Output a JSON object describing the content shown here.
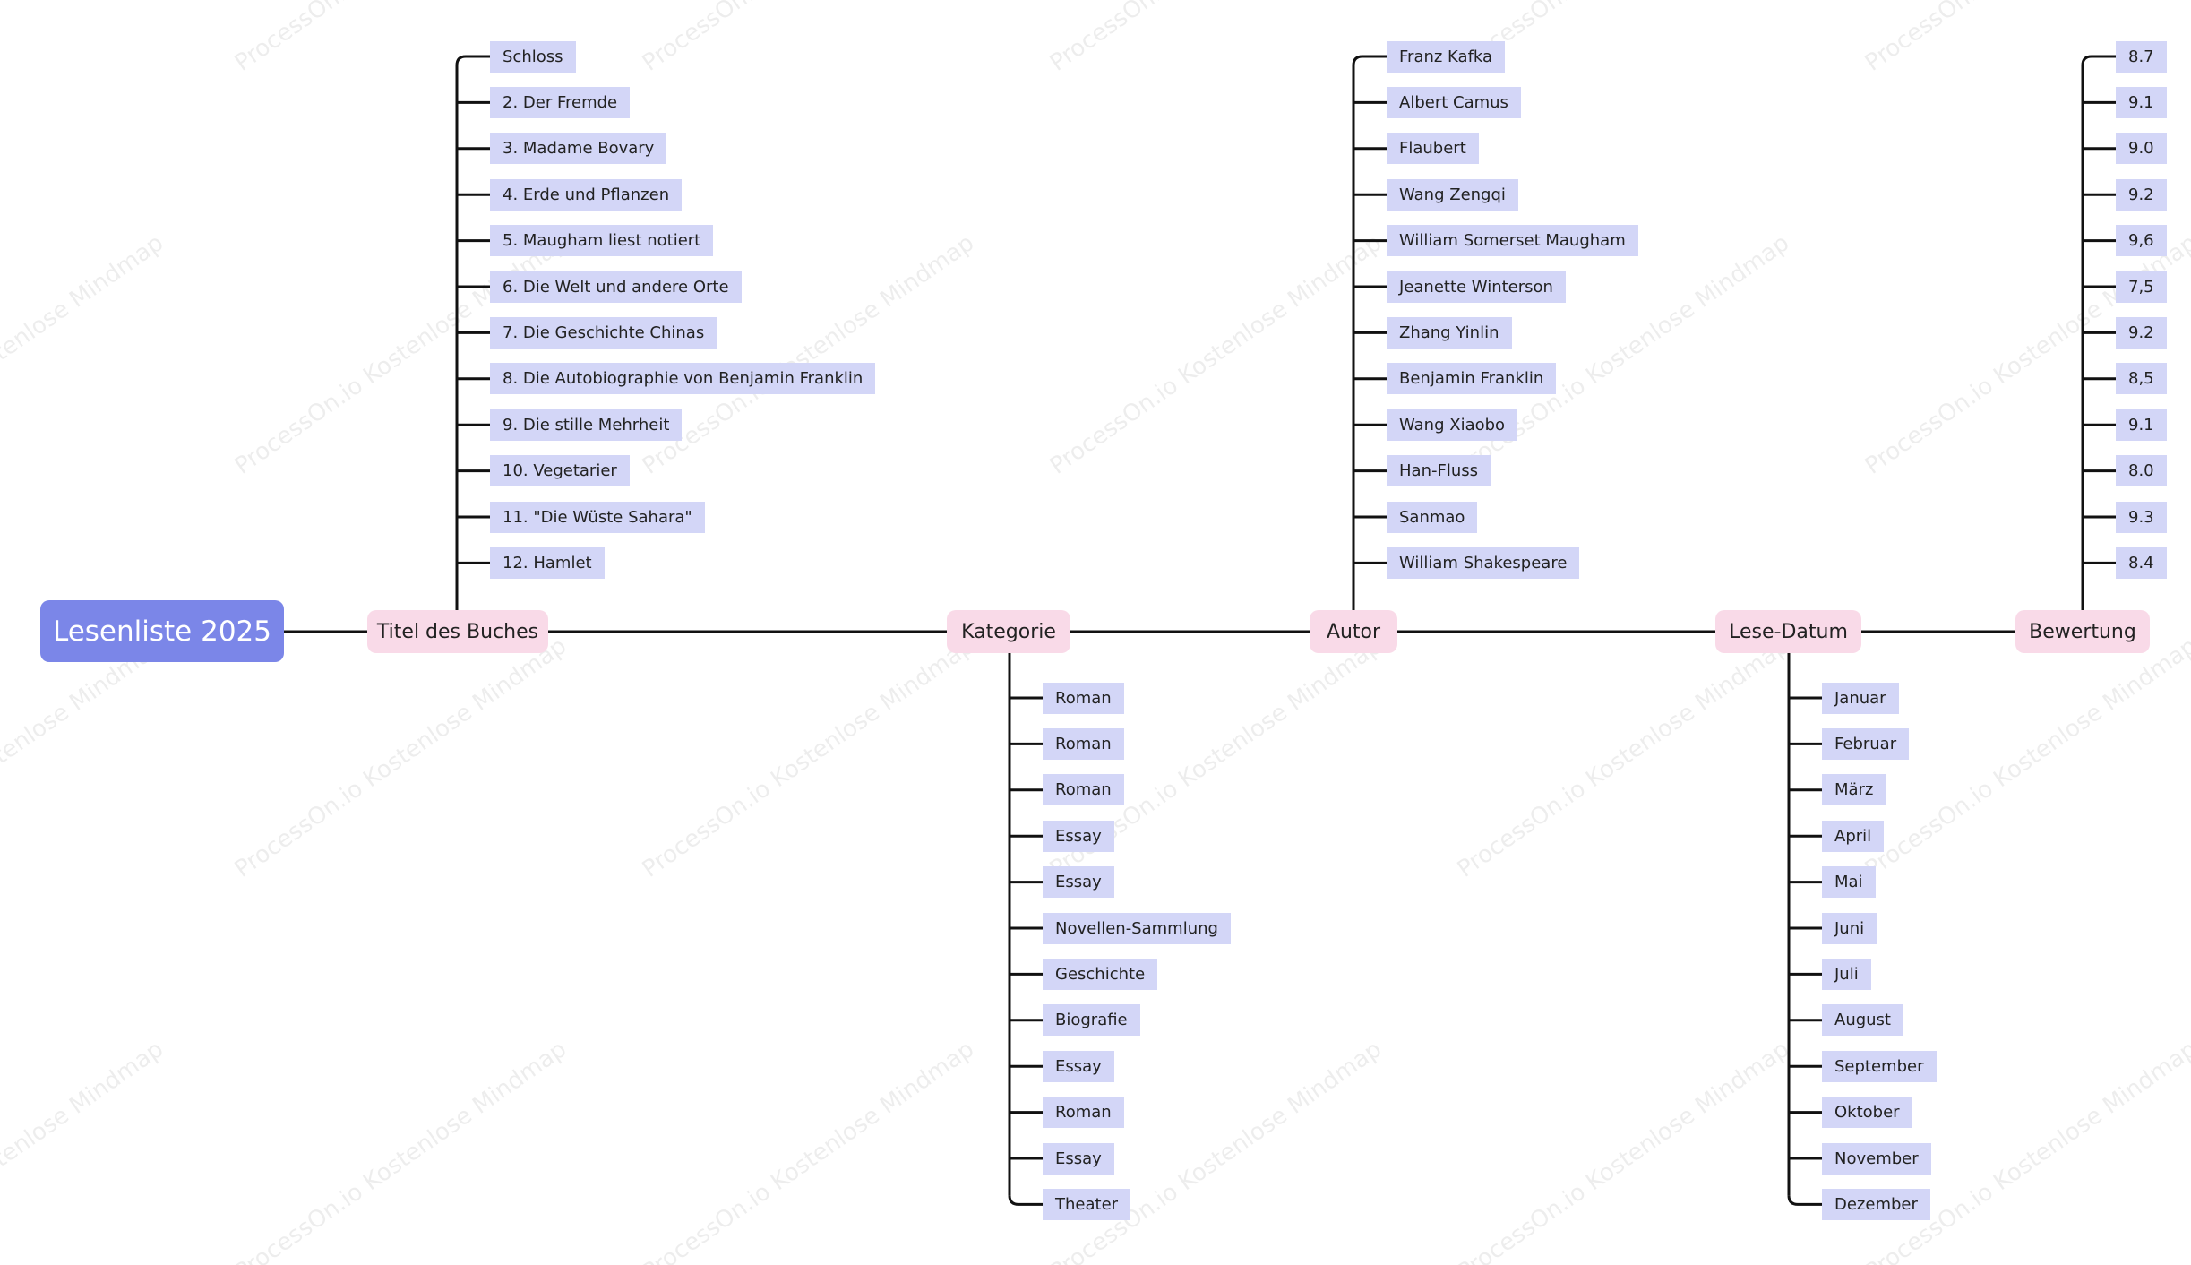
{
  "root": {
    "label": "Lesenliste 2025"
  },
  "watermark": "ProcessOn.io Kostenlose Mindmap",
  "branches": [
    {
      "key": "titel",
      "label": "Titel des Buches",
      "items": [
        "Schloss",
        "2. Der Fremde",
        "3. Madame Bovary",
        "4. Erde und Pflanzen",
        "5. Maugham liest notiert",
        "6. Die Welt und andere Orte",
        "7. Die Geschichte Chinas",
        "8. Die Autobiographie von Benjamin Franklin",
        "9. Die stille Mehrheit",
        "10. Vegetarier",
        "11. \"Die Wüste Sahara\"",
        "12. Hamlet"
      ]
    },
    {
      "key": "kategorie",
      "label": "Kategorie",
      "items": [
        "Roman",
        "Roman",
        "Roman",
        "Essay",
        "Essay",
        "Novellen-Sammlung",
        "Geschichte",
        "Biografie",
        "Essay",
        "Roman",
        "Essay",
        "Theater"
      ]
    },
    {
      "key": "autor",
      "label": "Autor",
      "items": [
        "Franz Kafka",
        "Albert Camus",
        "Flaubert",
        "Wang Zengqi",
        "William Somerset Maugham",
        "Jeanette Winterson",
        "Zhang Yinlin",
        "Benjamin Franklin",
        "Wang Xiaobo",
        "Han-Fluss",
        "Sanmao",
        "William Shakespeare"
      ]
    },
    {
      "key": "datum",
      "label": "Lese-Datum",
      "items": [
        "Januar",
        "Februar",
        "März",
        "April",
        "Mai",
        "Juni",
        "Juli",
        "August",
        "September",
        "Oktober",
        "November",
        "Dezember"
      ]
    },
    {
      "key": "bewertung",
      "label": "Bewertung",
      "items": [
        "8.7",
        "9.1",
        "9.0",
        "9.2",
        "9,6",
        "7,5",
        "9.2",
        "8,5",
        "9.1",
        "8.0",
        "9.3",
        "8.4"
      ]
    }
  ]
}
